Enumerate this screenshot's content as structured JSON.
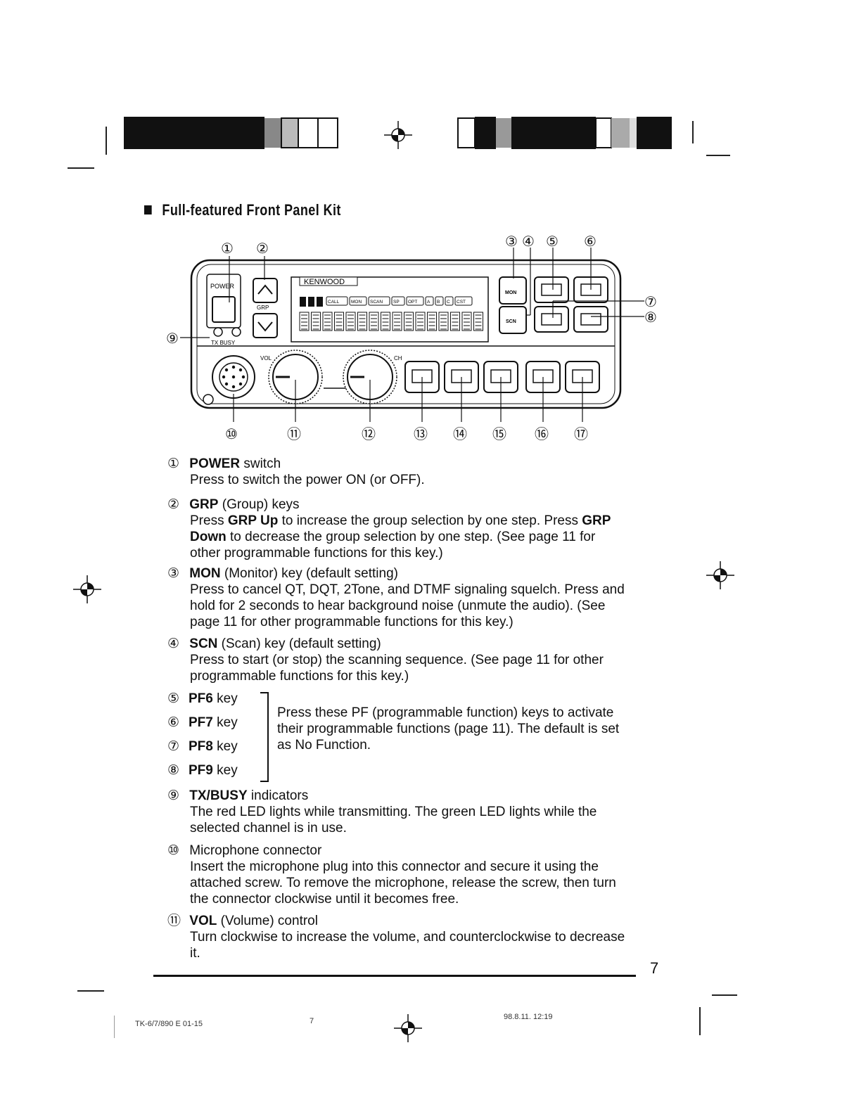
{
  "heading": "Full-featured Front Panel Kit",
  "panel": {
    "brand": "KENWOOD",
    "power_label": "POWER",
    "grp_label": "GRP",
    "txbusy_label": "TX  BUSY",
    "vol_label": "VOL",
    "ch_label": "CH",
    "mon_key": "MON",
    "scn_key": "SCN",
    "lcd_indicators": [
      "CALL",
      "MON",
      "SCAN",
      "SP",
      "OPT",
      "A",
      "B",
      "C",
      "CST"
    ],
    "callouts": [
      "①",
      "②",
      "③",
      "④",
      "⑤",
      "⑥",
      "⑦",
      "⑧",
      "⑨",
      "⑩",
      "⑪",
      "⑫",
      "⑬",
      "⑭",
      "⑮",
      "⑯",
      "⑰"
    ]
  },
  "items": [
    {
      "num": "①",
      "title": "POWER",
      "rest": " switch",
      "lines": [
        "Press to switch the power ON (or OFF)."
      ]
    },
    {
      "num": "②",
      "title": "GRP",
      "rest": " (Group) keys",
      "html": true
    },
    {
      "num": "③",
      "title": "MON",
      "rest": " (Monitor) key (default setting)",
      "lines": [
        "Press to cancel QT, DQT, 2Tone, and DTMF signaling squelch.  Press and",
        "hold for 2 seconds to hear background noise (unmute the audio).  (See",
        "page 11 for other programmable functions for this key.)"
      ]
    },
    {
      "num": "④",
      "title": "SCN",
      "rest": " (Scan) key (default setting)",
      "lines": [
        "Press to start (or stop) the scanning sequence.  (See page 11 for other",
        "programmable functions for this key.)"
      ]
    },
    {
      "num": "⑨",
      "title": "TX/BUSY",
      "rest": " indicators",
      "lines": [
        "The red LED lights while transmitting.  The green LED lights while the",
        "selected channel is in use."
      ]
    },
    {
      "num": "⑩",
      "title": "",
      "rest": "Microphone connector",
      "lines": [
        "Insert the microphone plug into this connector and secure it using the",
        "attached screw.  To remove the microphone, release the screw, then turn",
        "the connector clockwise until it becomes free."
      ]
    },
    {
      "num": "⑪",
      "title": "VOL",
      "rest": " (Volume) control",
      "lines": [
        "Turn clockwise to increase the volume, and counterclockwise to decrease",
        "it."
      ]
    }
  ],
  "grp": {
    "line1_a": "Press ",
    "line1_b": "GRP Up",
    "line1_c": " to increase the group selection by one step.  Press ",
    "line1_d": "GRP",
    "line2_a": "Down",
    "line2_b": " to decrease the group selection by one step.  (See page 11 for",
    "line3": "other programmable functions for this key.)"
  },
  "pf": {
    "keys": [
      {
        "num": "⑤",
        "name": "PF6",
        "suffix": " key"
      },
      {
        "num": "⑥",
        "name": "PF7",
        "suffix": " key"
      },
      {
        "num": "⑦",
        "name": "PF8",
        "suffix": " key"
      },
      {
        "num": "⑧",
        "name": "PF9",
        "suffix": " key"
      }
    ],
    "text_lines": [
      "Press these PF (programmable function) keys to activate",
      "their programmable functions (page 11).  The default is set",
      "as No Function."
    ]
  },
  "page_number": "7",
  "footer": {
    "left": "TK-6/7/890 E 01-15",
    "middle": "7",
    "right": "98.8.11. 12:19"
  }
}
